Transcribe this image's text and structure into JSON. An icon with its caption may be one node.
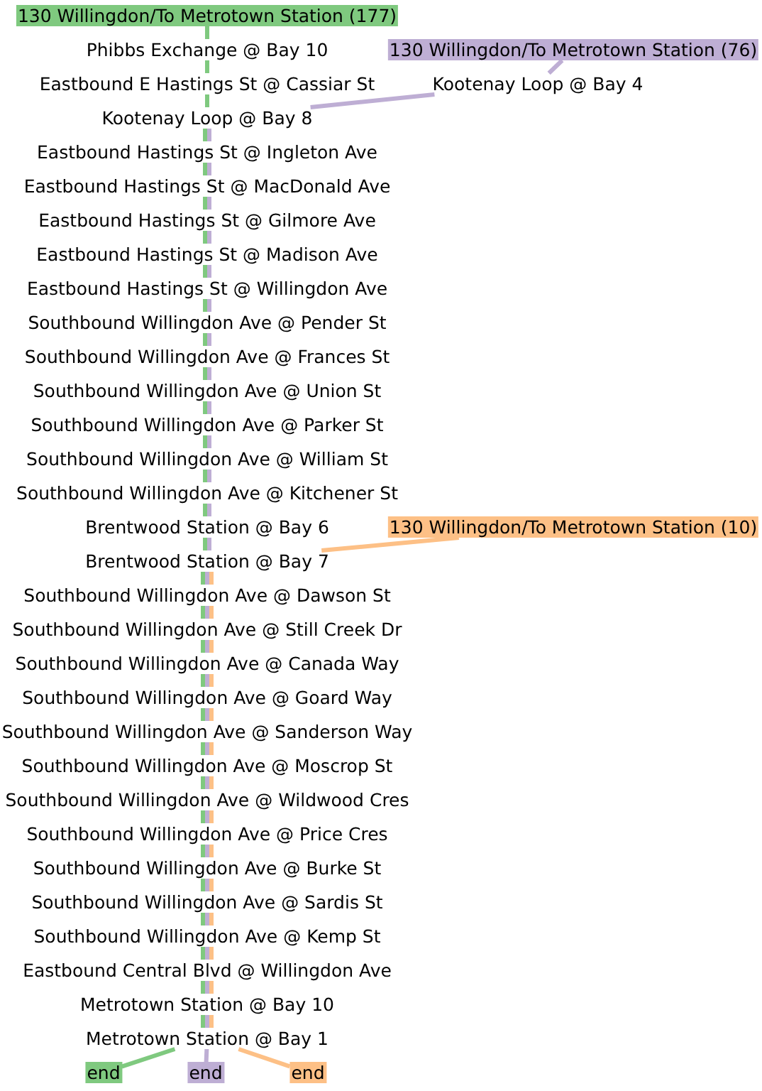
{
  "diagram": {
    "nodes": [
      {
        "text": [
          "130 Willingdon/To Metrotown Station (177)"
        ]
      },
      {
        "text": [
          "Phibbs Exchange @ Bay 10"
        ]
      },
      {
        "text": [
          "130 Willingdon/To Metrotown Station (76)"
        ]
      },
      {
        "text": [
          "Eastbound E Hastings St @ Cassiar St"
        ]
      },
      {
        "text": [
          "Kootenay Loop @ Bay 4"
        ]
      },
      {
        "text": [
          "Kootenay Loop @ Bay 8"
        ]
      },
      {
        "text": [
          "Eastbound Hastings St @ Ingleton Ave"
        ]
      },
      {
        "text": [
          "Eastbound Hastings St @ MacDonald Ave"
        ]
      },
      {
        "text": [
          "Eastbound Hastings St @ Gilmore Ave"
        ]
      },
      {
        "text": [
          "Eastbound Hastings St @ Madison Ave"
        ]
      },
      {
        "text": [
          "Eastbound Hastings St @ Willingdon Ave"
        ]
      },
      {
        "text": [
          "Southbound Willingdon Ave @ Pender St"
        ]
      },
      {
        "text": [
          "Southbound Willingdon Ave @ Frances St"
        ]
      },
      {
        "text": [
          "Southbound Willingdon Ave @ Union St"
        ]
      },
      {
        "text": [
          "Southbound Willingdon Ave @ Parker St"
        ]
      },
      {
        "text": [
          "Southbound Willingdon Ave @ William St"
        ]
      },
      {
        "text": [
          "Southbound Willingdon Ave @ Kitchener St"
        ]
      },
      {
        "text": [
          "Brentwood Station @ Bay 6"
        ]
      },
      {
        "text": [
          "130 Willingdon/To Metrotown Station (10)"
        ]
      },
      {
        "text": [
          "Brentwood Station @ Bay 7"
        ]
      },
      {
        "text": [
          "Southbound Willingdon Ave @ Dawson St"
        ]
      },
      {
        "text": [
          "Southbound Willingdon Ave @ Still Creek Dr"
        ]
      },
      {
        "text": [
          "Southbound Willingdon Ave @ Canada Way"
        ]
      },
      {
        "text": [
          "Southbound Willingdon Ave @ Goard Way"
        ]
      },
      {
        "text": [
          "Southbound Willingdon Ave @ Sanderson Way"
        ]
      },
      {
        "text": [
          "Southbound Willingdon Ave @ Moscrop St"
        ]
      },
      {
        "text": [
          "Southbound Willingdon Ave @ Wildwood Cres"
        ]
      },
      {
        "text": [
          "Southbound Willingdon Ave @ Price Cres"
        ]
      },
      {
        "text": [
          "Southbound Willingdon Ave @ Burke St"
        ]
      },
      {
        "text": [
          "Southbound Willingdon Ave @ Sardis St"
        ]
      },
      {
        "text": [
          "Southbound Willingdon Ave @ Kemp St"
        ]
      },
      {
        "text": [
          "Eastbound Central Blvd @ Willingdon Ave"
        ]
      },
      {
        "text": [
          "Metrotown Station @ Bay 10"
        ]
      },
      {
        "text": [
          "Metrotown Station @ Bay 1"
        ]
      },
      {
        "text": [
          "end"
        ]
      },
      {
        "text": [
          "end"
        ]
      },
      {
        "text": [
          "end"
        ]
      }
    ],
    "edges": [
      {
        "from": 0,
        "to": 1,
        "arrow": "none",
        "color": "#7fc97f"
      },
      {
        "from": 1,
        "to": 3,
        "arrow": "none",
        "color": "#7fc97f"
      },
      {
        "from": 3,
        "to": 5,
        "arrow": "none",
        "color": "#7fc97f"
      },
      {
        "from": 5,
        "to": 6,
        "arrow": "none",
        "color": "#7fc97f"
      },
      {
        "from": 6,
        "to": 7,
        "arrow": "none",
        "color": "#7fc97f"
      },
      {
        "from": 7,
        "to": 8,
        "arrow": "none",
        "color": "#7fc97f"
      },
      {
        "from": 8,
        "to": 9,
        "arrow": "none",
        "color": "#7fc97f"
      },
      {
        "from": 9,
        "to": 10,
        "arrow": "none",
        "color": "#7fc97f"
      },
      {
        "from": 10,
        "to": 11,
        "arrow": "none",
        "color": "#7fc97f"
      },
      {
        "from": 11,
        "to": 12,
        "arrow": "none",
        "color": "#7fc97f"
      },
      {
        "from": 12,
        "to": 13,
        "arrow": "none",
        "color": "#7fc97f"
      },
      {
        "from": 13,
        "to": 14,
        "arrow": "none",
        "color": "#7fc97f"
      },
      {
        "from": 14,
        "to": 15,
        "arrow": "none",
        "color": "#7fc97f"
      },
      {
        "from": 15,
        "to": 16,
        "arrow": "none",
        "color": "#7fc97f"
      },
      {
        "from": 16,
        "to": 17,
        "arrow": "none",
        "color": "#7fc97f"
      },
      {
        "from": 17,
        "to": 19,
        "arrow": "none",
        "color": "#7fc97f"
      },
      {
        "from": 19,
        "to": 20,
        "arrow": "none",
        "color": "#7fc97f"
      },
      {
        "from": 20,
        "to": 21,
        "arrow": "none",
        "color": "#7fc97f"
      },
      {
        "from": 21,
        "to": 22,
        "arrow": "none",
        "color": "#7fc97f"
      },
      {
        "from": 22,
        "to": 23,
        "arrow": "none",
        "color": "#7fc97f"
      },
      {
        "from": 23,
        "to": 24,
        "arrow": "none",
        "color": "#7fc97f"
      },
      {
        "from": 24,
        "to": 25,
        "arrow": "none",
        "color": "#7fc97f"
      },
      {
        "from": 25,
        "to": 26,
        "arrow": "none",
        "color": "#7fc97f"
      },
      {
        "from": 26,
        "to": 27,
        "arrow": "none",
        "color": "#7fc97f"
      },
      {
        "from": 27,
        "to": 28,
        "arrow": "none",
        "color": "#7fc97f"
      },
      {
        "from": 28,
        "to": 29,
        "arrow": "none",
        "color": "#7fc97f"
      },
      {
        "from": 29,
        "to": 30,
        "arrow": "none",
        "color": "#7fc97f"
      },
      {
        "from": 30,
        "to": 31,
        "arrow": "none",
        "color": "#7fc97f"
      },
      {
        "from": 31,
        "to": 32,
        "arrow": "none",
        "color": "#7fc97f"
      },
      {
        "from": 32,
        "to": 33,
        "arrow": "none",
        "color": "#7fc97f"
      },
      {
        "from": 33,
        "to": 34,
        "arrow": "none",
        "color": "#7fc97f"
      },
      {
        "from": 2,
        "to": 4,
        "arrow": "none",
        "color": "#beaed4"
      },
      {
        "from": 4,
        "to": 5,
        "arrow": "none",
        "color": "#beaed4"
      },
      {
        "from": 5,
        "to": 6,
        "arrow": "none",
        "color": "#beaed4"
      },
      {
        "from": 6,
        "to": 7,
        "arrow": "none",
        "color": "#beaed4"
      },
      {
        "from": 7,
        "to": 8,
        "arrow": "none",
        "color": "#beaed4"
      },
      {
        "from": 8,
        "to": 9,
        "arrow": "none",
        "color": "#beaed4"
      },
      {
        "from": 9,
        "to": 10,
        "arrow": "none",
        "color": "#beaed4"
      },
      {
        "from": 10,
        "to": 11,
        "arrow": "none",
        "color": "#beaed4"
      },
      {
        "from": 11,
        "to": 12,
        "arrow": "none",
        "color": "#beaed4"
      },
      {
        "from": 12,
        "to": 13,
        "arrow": "none",
        "color": "#beaed4"
      },
      {
        "from": 13,
        "to": 14,
        "arrow": "none",
        "color": "#beaed4"
      },
      {
        "from": 14,
        "to": 15,
        "arrow": "none",
        "color": "#beaed4"
      },
      {
        "from": 15,
        "to": 16,
        "arrow": "none",
        "color": "#beaed4"
      },
      {
        "from": 16,
        "to": 17,
        "arrow": "none",
        "color": "#beaed4"
      },
      {
        "from": 17,
        "to": 19,
        "arrow": "none",
        "color": "#beaed4"
      },
      {
        "from": 19,
        "to": 20,
        "arrow": "none",
        "color": "#beaed4"
      },
      {
        "from": 20,
        "to": 21,
        "arrow": "none",
        "color": "#beaed4"
      },
      {
        "from": 21,
        "to": 22,
        "arrow": "none",
        "color": "#beaed4"
      },
      {
        "from": 22,
        "to": 23,
        "arrow": "none",
        "color": "#beaed4"
      },
      {
        "from": 23,
        "to": 24,
        "arrow": "none",
        "color": "#beaed4"
      },
      {
        "from": 24,
        "to": 25,
        "arrow": "none",
        "color": "#beaed4"
      },
      {
        "from": 25,
        "to": 26,
        "arrow": "none",
        "color": "#beaed4"
      },
      {
        "from": 26,
        "to": 27,
        "arrow": "none",
        "color": "#beaed4"
      },
      {
        "from": 27,
        "to": 28,
        "arrow": "none",
        "color": "#beaed4"
      },
      {
        "from": 28,
        "to": 29,
        "arrow": "none",
        "color": "#beaed4"
      },
      {
        "from": 29,
        "to": 30,
        "arrow": "none",
        "color": "#beaed4"
      },
      {
        "from": 30,
        "to": 31,
        "arrow": "none",
        "color": "#beaed4"
      },
      {
        "from": 31,
        "to": 32,
        "arrow": "none",
        "color": "#beaed4"
      },
      {
        "from": 32,
        "to": 33,
        "arrow": "none",
        "color": "#beaed4"
      },
      {
        "from": 33,
        "to": 35,
        "arrow": "none",
        "color": "#beaed4"
      },
      {
        "from": 18,
        "to": 19,
        "arrow": "none",
        "color": "#fdc086"
      },
      {
        "from": 19,
        "to": 20,
        "arrow": "none",
        "color": "#fdc086"
      },
      {
        "from": 20,
        "to": 21,
        "arrow": "none",
        "color": "#fdc086"
      },
      {
        "from": 21,
        "to": 22,
        "arrow": "none",
        "color": "#fdc086"
      },
      {
        "from": 22,
        "to": 23,
        "arrow": "none",
        "color": "#fdc086"
      },
      {
        "from": 23,
        "to": 24,
        "arrow": "none",
        "color": "#fdc086"
      },
      {
        "from": 24,
        "to": 25,
        "arrow": "none",
        "color": "#fdc086"
      },
      {
        "from": 25,
        "to": 26,
        "arrow": "none",
        "color": "#fdc086"
      },
      {
        "from": 26,
        "to": 27,
        "arrow": "none",
        "color": "#fdc086"
      },
      {
        "from": 27,
        "to": 28,
        "arrow": "none",
        "color": "#fdc086"
      },
      {
        "from": 28,
        "to": 29,
        "arrow": "none",
        "color": "#fdc086"
      },
      {
        "from": 29,
        "to": 30,
        "arrow": "none",
        "color": "#fdc086"
      },
      {
        "from": 30,
        "to": 31,
        "arrow": "none",
        "color": "#fdc086"
      },
      {
        "from": 31,
        "to": 32,
        "arrow": "none",
        "color": "#fdc086"
      },
      {
        "from": 32,
        "to": 33,
        "arrow": "none",
        "color": "#fdc086"
      },
      {
        "from": 33,
        "to": 36,
        "arrow": "none",
        "color": "#fdc086"
      }
    ]
  }
}
